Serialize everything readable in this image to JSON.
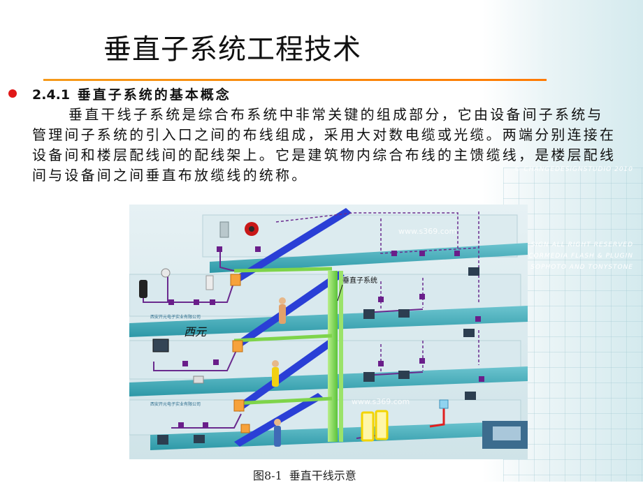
{
  "title": "垂直子系统工程技术",
  "section": {
    "number": "2.4.1",
    "heading": "垂直子系统的基本概念"
  },
  "paragraph": "垂直干线子系统是综合布系统中非常关键的组成部分，它由设备间子系统与管理间子系统的引入口之间的布线组成，采用大对数电缆或光缆。两端分别连接在设备间和楼层配线间的配线架上。它是建筑物内综合布线的主馈缆线，是楼层配线间与设备间之间垂直布放缆线的统称。",
  "decoration": {
    "line1": "© CHANGEDESIGNSTUDIO 2010",
    "line2": "SIGN ALL RIGHT RESERVED",
    "line3": "CORMEDIA FLASH & PLUGIN",
    "line4": "SOPHOTO AND TONYSTONE"
  },
  "diagram": {
    "label_vertical": "垂直子系统",
    "watermark_top": "www.s369.com",
    "watermark_bottom": "www.s369.com",
    "floor_text": "西元",
    "sign1": "西安开元电子实业有限公司",
    "sign2": "西安开元电子实业有限公司"
  },
  "caption": {
    "number": "图8-1",
    "text": "垂直干线示意"
  },
  "colors": {
    "title_rule": "#f59a1a",
    "bullet": "#e01818",
    "floor": "#3aa7b4",
    "trunk": "#2a3fd6",
    "vertical": "#7ed44a",
    "cable": "#6a2a8e"
  }
}
